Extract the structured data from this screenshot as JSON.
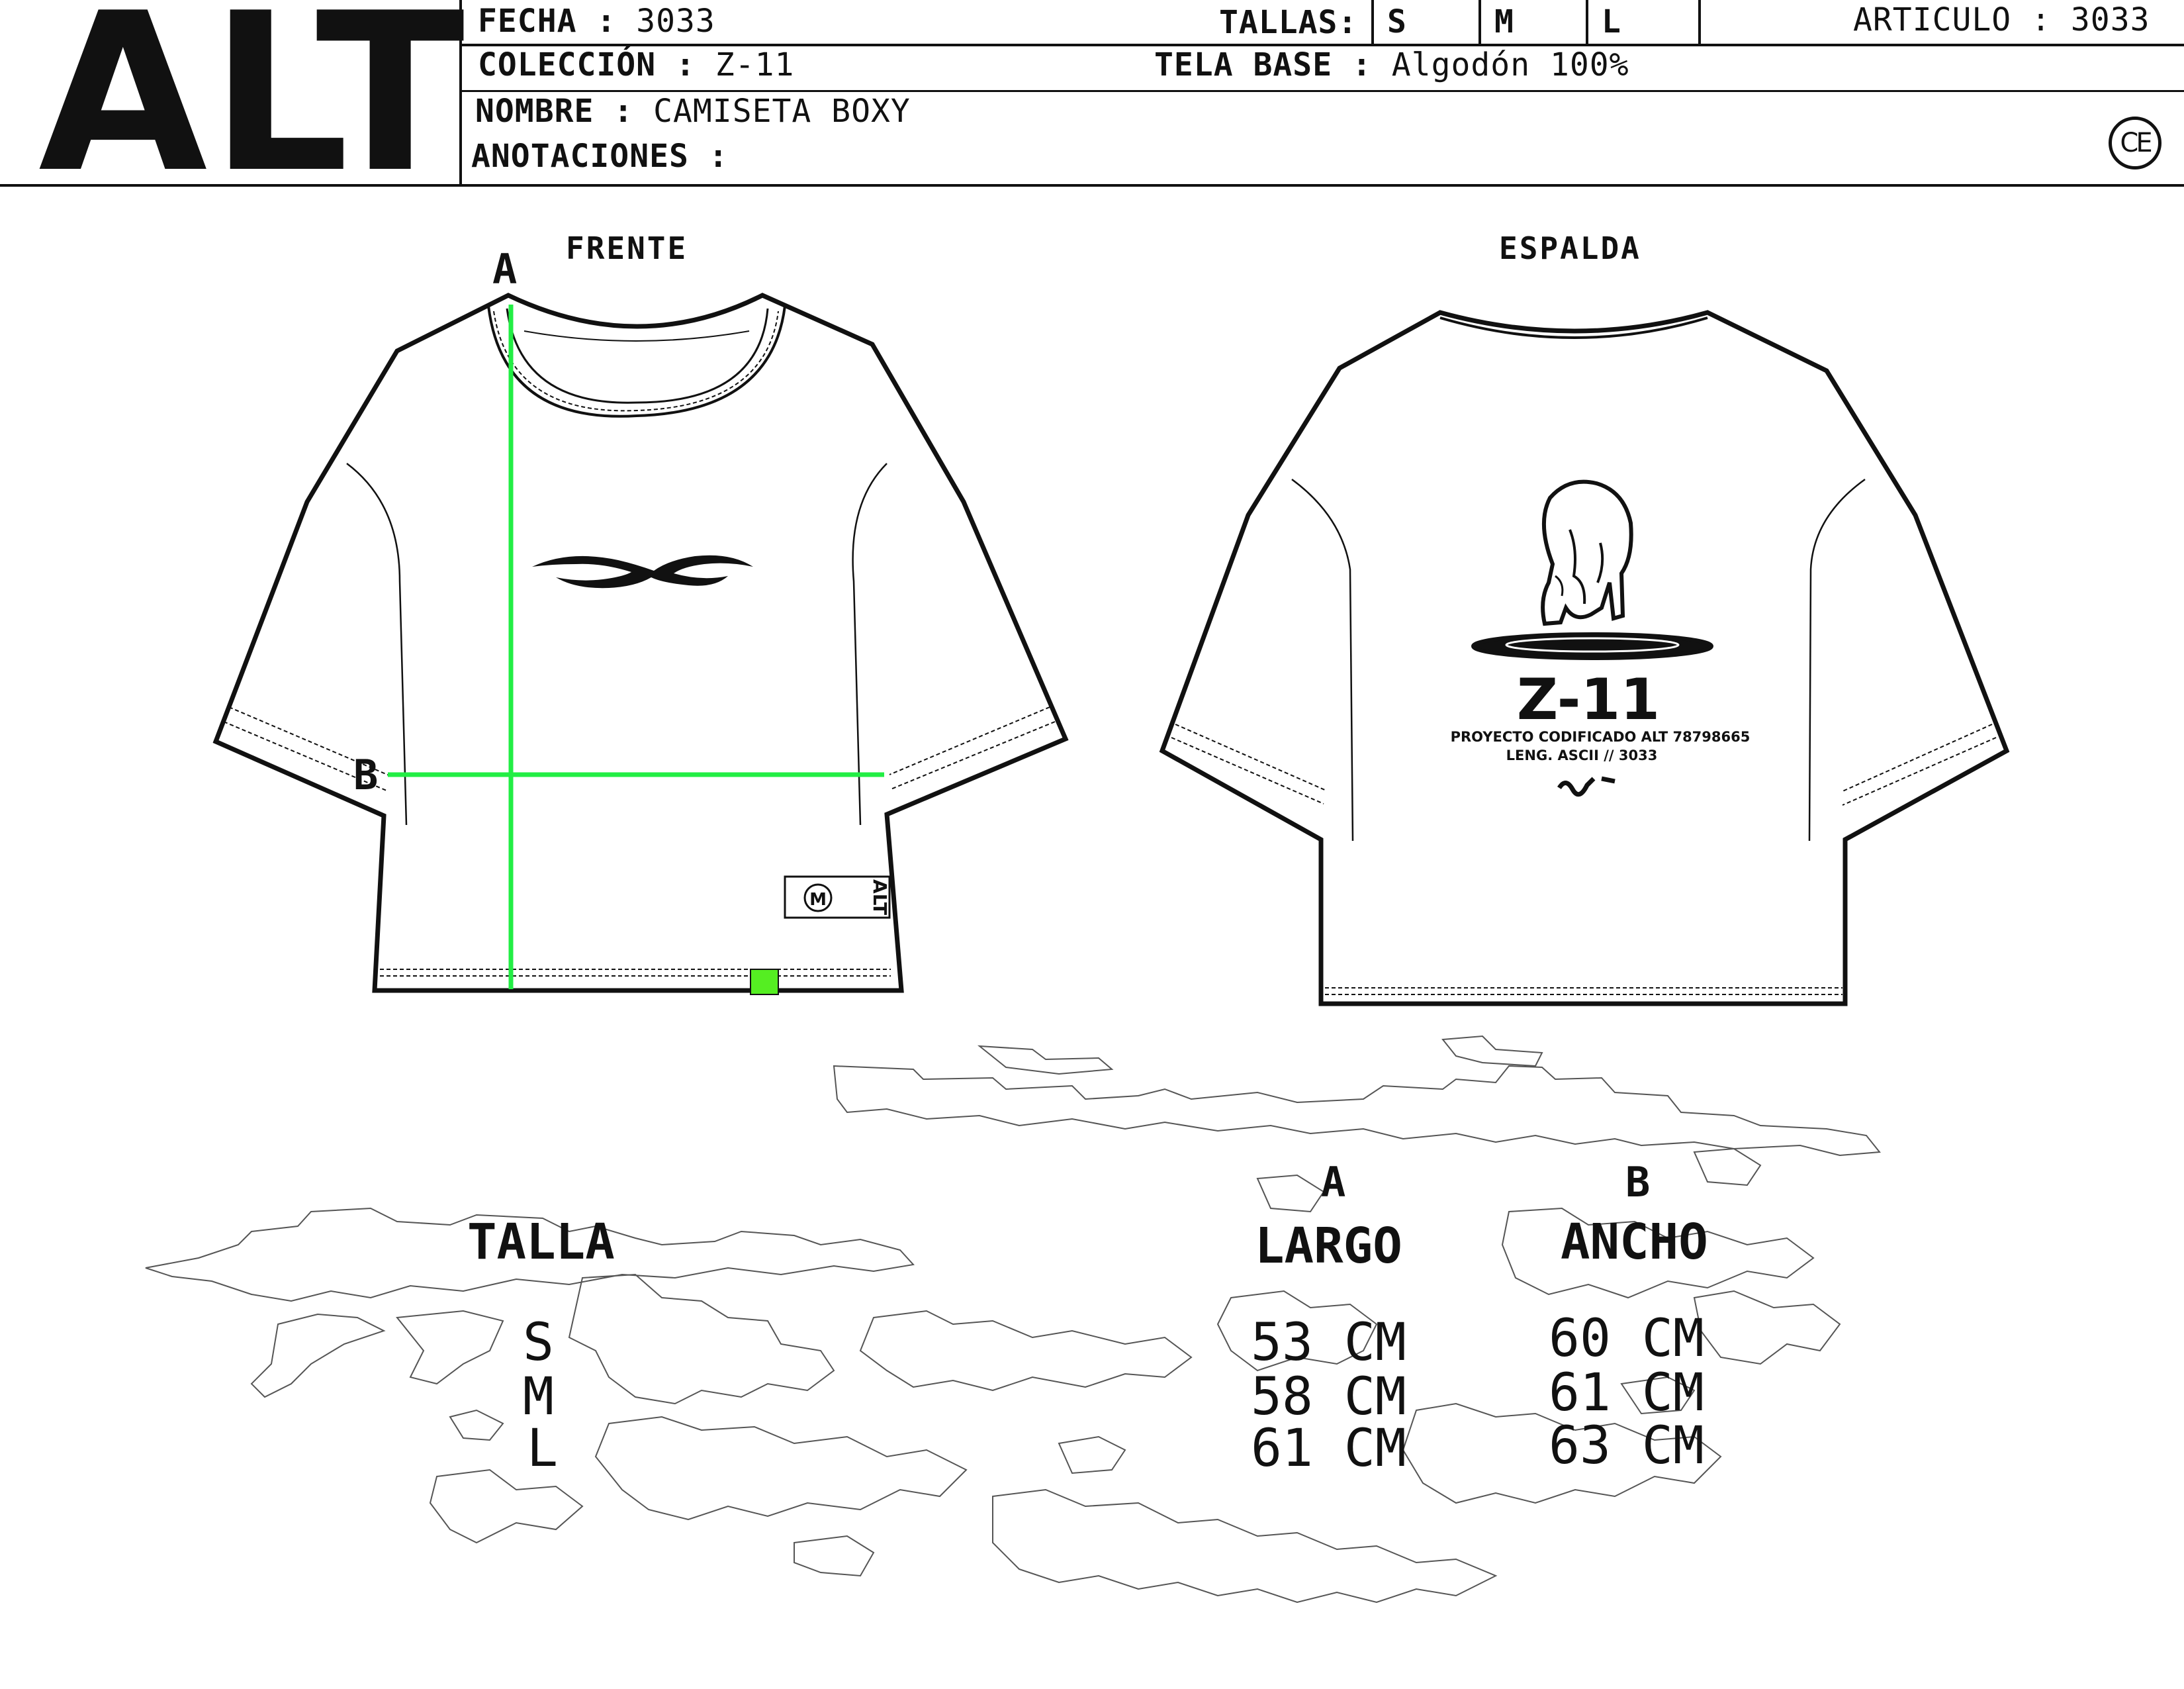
{
  "header": {
    "logo": "ALT",
    "fecha_label": "FECHA :",
    "fecha_value": "3033",
    "tallas_label": "TALLAS:",
    "tallas": [
      "S",
      "M",
      "L"
    ],
    "articulo_label": "ARTICULO :",
    "articulo_value": "3033",
    "coleccion_label": "COLECCIÓN :",
    "coleccion_value": "Z-11",
    "tela_label": "TELA BASE :",
    "tela_value": "Algodón 100%",
    "nombre_label": "NOMBRE :",
    "nombre_value": "CAMISETA BOXY",
    "anotaciones_label": "ANOTACIONES :",
    "ce_mark": "CE"
  },
  "views": {
    "front_title": "FRENTE",
    "back_title": "ESPALDA",
    "marker_a": "A",
    "marker_b": "B",
    "label_logo": "ALT",
    "label_icon": "M"
  },
  "back_print": {
    "title": "Z-11",
    "line1": "PROYECTO CODIFICADO ALT 78798665",
    "line2": "LENG. ASCII // 3033"
  },
  "measure_colors": {
    "measure_line": "#22ee44",
    "tag_square": "#55ee22"
  },
  "size_table": {
    "col_talla": "TALLA",
    "col_a_letter": "A",
    "col_a_label": "LARGO",
    "col_b_letter": "B",
    "col_b_label": "ANCHO",
    "rows": [
      {
        "talla": "S",
        "largo": "53 CM",
        "ancho": "60 CM"
      },
      {
        "talla": "M",
        "largo": "58 CM",
        "ancho": "61 CM"
      },
      {
        "talla": "L",
        "largo": "61 CM",
        "ancho": "63 CM"
      }
    ]
  }
}
